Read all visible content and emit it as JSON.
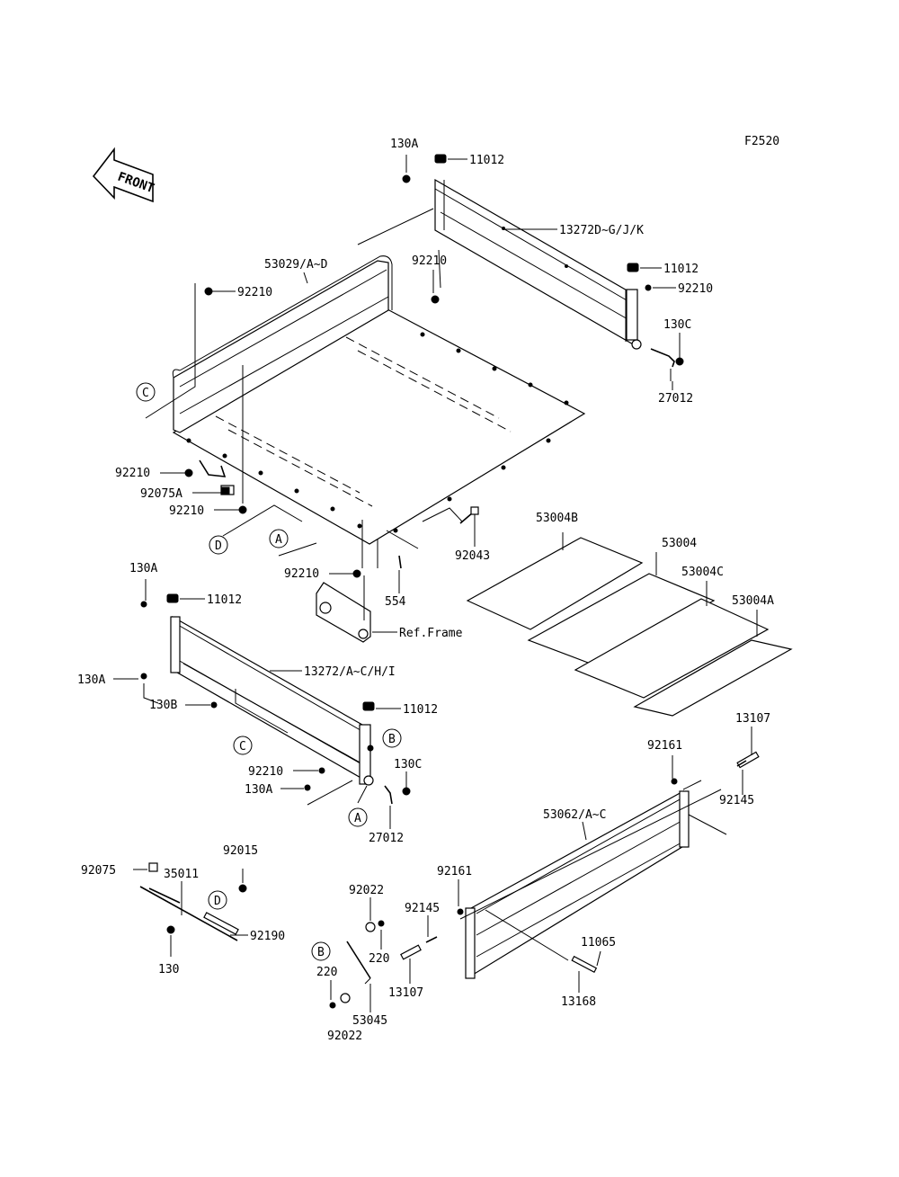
{
  "figure_code": "F2520",
  "front_label": "FRONT",
  "callouts": [
    "A",
    "B",
    "C",
    "D"
  ],
  "labels": {
    "p130A_top": "130A",
    "p11012_top": "11012",
    "p13272D": "13272D~G/J/K",
    "p53029": "53029/A~D",
    "p92210_top": "92210",
    "p92210_left": "92210",
    "p11012_right": "11012",
    "p92210_right": "92210",
    "p130C_top": "130C",
    "p27012_top": "27012",
    "p92210_a": "92210",
    "p92075A": "92075A",
    "p92210_b": "92210",
    "p92043": "92043",
    "p92210_c": "92210",
    "p554": "554",
    "p53004B": "53004B",
    "p53004": "53004",
    "p53004C": "53004C",
    "p53004A": "53004A",
    "p130A_left1": "130A",
    "p11012_left": "11012",
    "ref_frame": "Ref.Frame",
    "p130A_left2": "130A",
    "p13272A": "13272/A~C/H/I",
    "p130B": "130B",
    "p11012_mid": "11012",
    "p92210_d": "92210",
    "p130A_left3": "130A",
    "p130C_mid": "130C",
    "p27012_mid": "27012",
    "p13107_top": "13107",
    "p92161_top": "92161",
    "p92145_top": "92145",
    "p53062": "53062/A~C",
    "p92015": "92015",
    "p92075": "92075",
    "p35011": "35011",
    "p92190": "92190",
    "p130": "130",
    "p92022_top": "92022",
    "p92161_low": "92161",
    "p92145_low": "92145",
    "p220_a": "220",
    "p220_b": "220",
    "p13107_low": "13107",
    "p53045": "53045",
    "p92022_low": "92022",
    "p11065": "11065",
    "p13168": "13168"
  }
}
